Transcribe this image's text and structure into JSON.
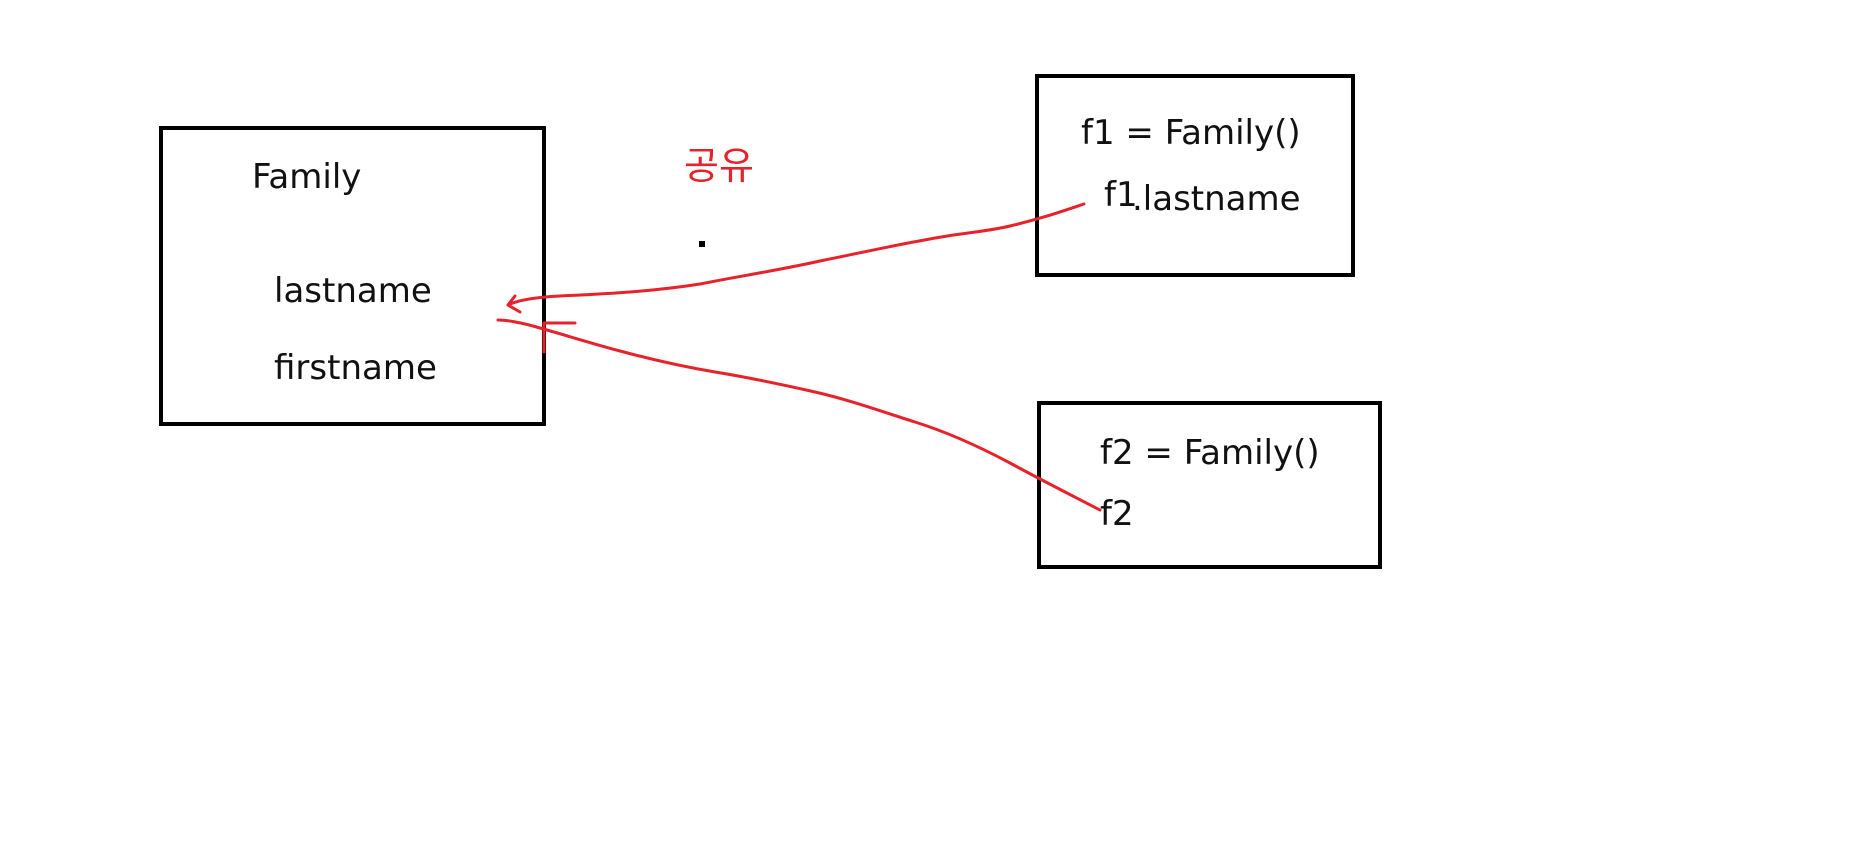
{
  "colors": {
    "ink": "#111111",
    "box_border": "#000000",
    "annotation": "#e8222b"
  },
  "class_box": {
    "title": "Family",
    "attributes": [
      "lastname",
      "firstname"
    ]
  },
  "annotation": {
    "label": "공유",
    "dot": "."
  },
  "instance1": {
    "assignment": "f1  =  Family()",
    "access_prefix": "f1",
    "access_suffix": ".lastname"
  },
  "instance2": {
    "assignment": "f2  =  Family()",
    "reference": "f2"
  }
}
